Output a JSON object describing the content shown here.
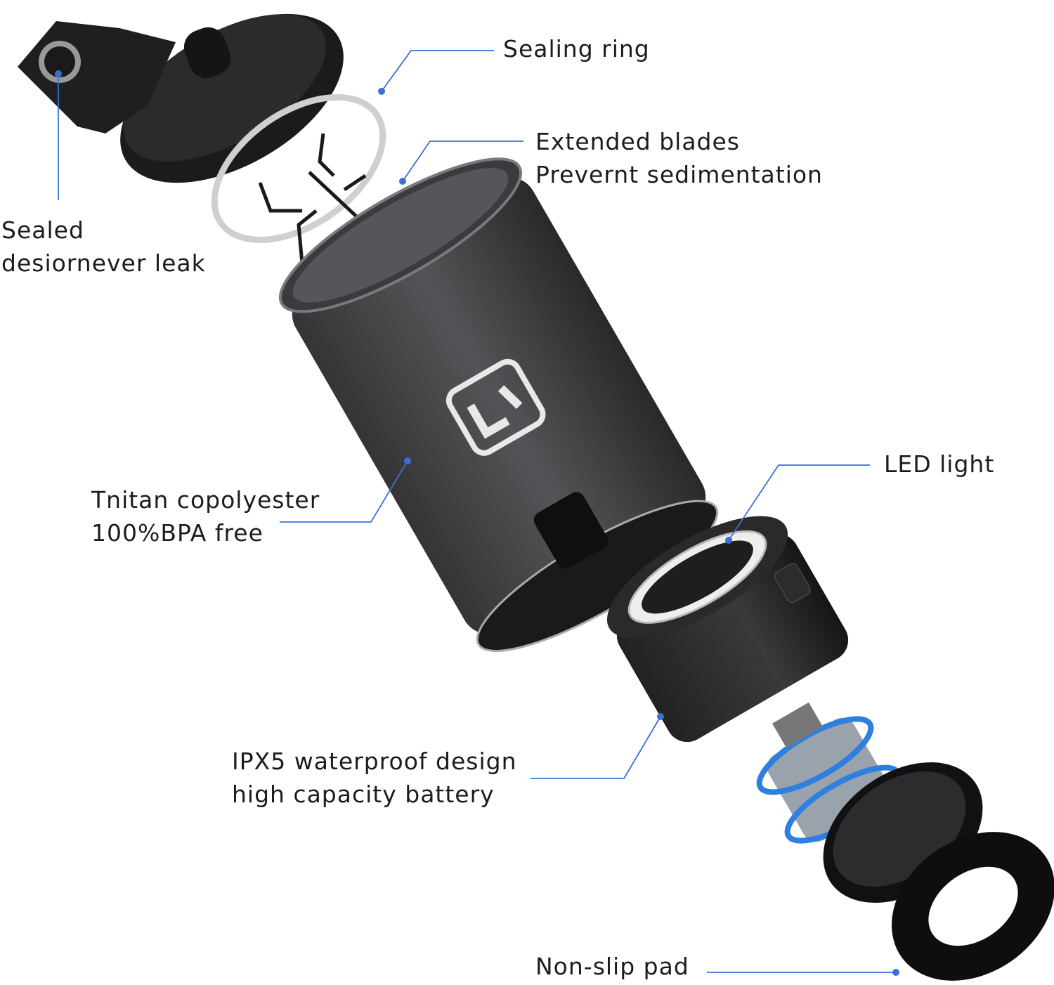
{
  "accent_color": "#3b6fd6",
  "callouts": {
    "sealing_ring": {
      "lines": [
        "Sealing ring"
      ]
    },
    "blades": {
      "lines": [
        "Extended blades",
        "Prevernt sedimentation"
      ]
    },
    "sealed": {
      "lines": [
        "Sealed",
        "desiornever leak"
      ]
    },
    "material": {
      "lines": [
        "Tnitan copolyester",
        "100%BPA free"
      ]
    },
    "led": {
      "lines": [
        "LED light"
      ]
    },
    "battery": {
      "lines": [
        "IPX5 waterproof design",
        "high capacity battery"
      ]
    },
    "pad": {
      "lines": [
        "Non-slip pad"
      ]
    }
  }
}
